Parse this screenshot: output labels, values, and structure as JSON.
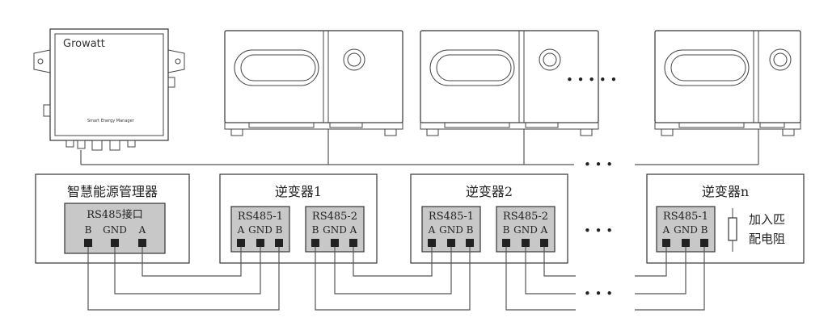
{
  "devices": {
    "manager_brand": "Growatt",
    "manager_label": "Smart Energy Manager"
  },
  "ellipsis": "• • • • •",
  "ellipsis_short": "• • •",
  "manager_box": {
    "title": "智慧能源管理器",
    "port_title": "RS485接口",
    "pins": [
      "B",
      "GND",
      "A"
    ]
  },
  "inverter1": {
    "title": "逆变器1",
    "port1": {
      "title": "RS485-1",
      "pins": [
        "A",
        "GND",
        "B"
      ]
    },
    "port2": {
      "title": "RS485-2",
      "pins": [
        "B",
        "GND",
        "A"
      ]
    }
  },
  "inverter2": {
    "title": "逆变器2",
    "port1": {
      "title": "RS485-1",
      "pins": [
        "A",
        "GND",
        "B"
      ]
    },
    "port2": {
      "title": "RS485-2",
      "pins": [
        "B",
        "GND",
        "A"
      ]
    }
  },
  "inverterN": {
    "title": "逆变器n",
    "port1": {
      "title": "RS485-1",
      "pins": [
        "A",
        "GND",
        "B"
      ]
    },
    "resistor_note_line1": "加入匹",
    "resistor_note_line2": "配电阻"
  }
}
